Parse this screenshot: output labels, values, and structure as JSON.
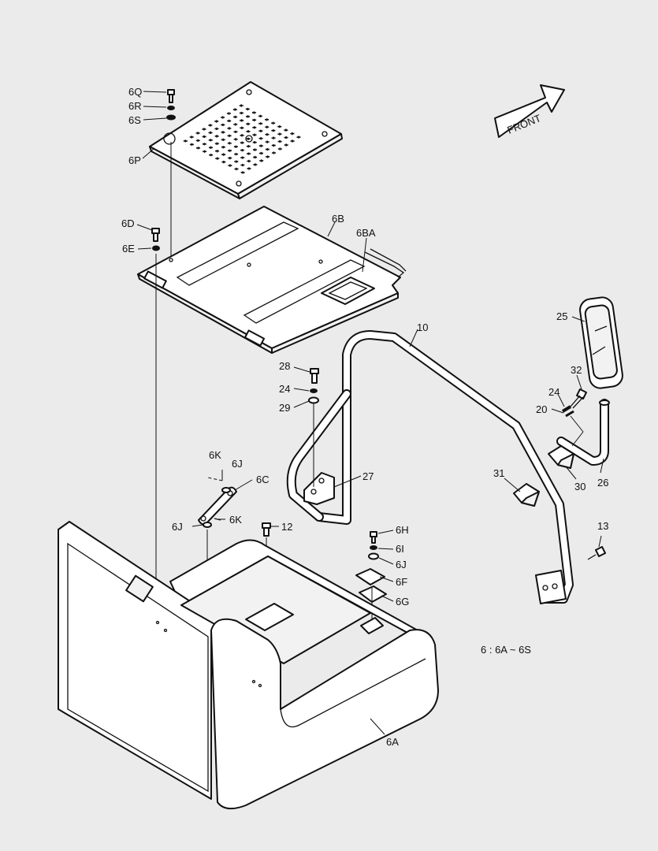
{
  "front_arrow": {
    "label": "FRONT"
  },
  "note": "6 : 6A ~ 6S",
  "callouts": [
    {
      "id": "6Q",
      "text": "6Q"
    },
    {
      "id": "6R",
      "text": "6R"
    },
    {
      "id": "6S",
      "text": "6S"
    },
    {
      "id": "6P",
      "text": "6P"
    },
    {
      "id": "6D",
      "text": "6D"
    },
    {
      "id": "6E",
      "text": "6E"
    },
    {
      "id": "6B",
      "text": "6B"
    },
    {
      "id": "6BA",
      "text": "6BA"
    },
    {
      "id": "10",
      "text": "10"
    },
    {
      "id": "25",
      "text": "25"
    },
    {
      "id": "28",
      "text": "28"
    },
    {
      "id": "24a",
      "text": "24"
    },
    {
      "id": "29",
      "text": "29"
    },
    {
      "id": "32",
      "text": "32"
    },
    {
      "id": "24b",
      "text": "24"
    },
    {
      "id": "20",
      "text": "20"
    },
    {
      "id": "6K-top",
      "text": "6K"
    },
    {
      "id": "6J-top",
      "text": "6J"
    },
    {
      "id": "6C",
      "text": "6C"
    },
    {
      "id": "27",
      "text": "27"
    },
    {
      "id": "31",
      "text": "31"
    },
    {
      "id": "30",
      "text": "30"
    },
    {
      "id": "26",
      "text": "26"
    },
    {
      "id": "6J-left",
      "text": "6J"
    },
    {
      "id": "6K-right",
      "text": "6K"
    },
    {
      "id": "12",
      "text": "12"
    },
    {
      "id": "6H",
      "text": "6H"
    },
    {
      "id": "6I",
      "text": "6I"
    },
    {
      "id": "6J-right",
      "text": "6J"
    },
    {
      "id": "6F",
      "text": "6F"
    },
    {
      "id": "6G",
      "text": "6G"
    },
    {
      "id": "13",
      "text": "13"
    },
    {
      "id": "6A",
      "text": "6A"
    }
  ]
}
